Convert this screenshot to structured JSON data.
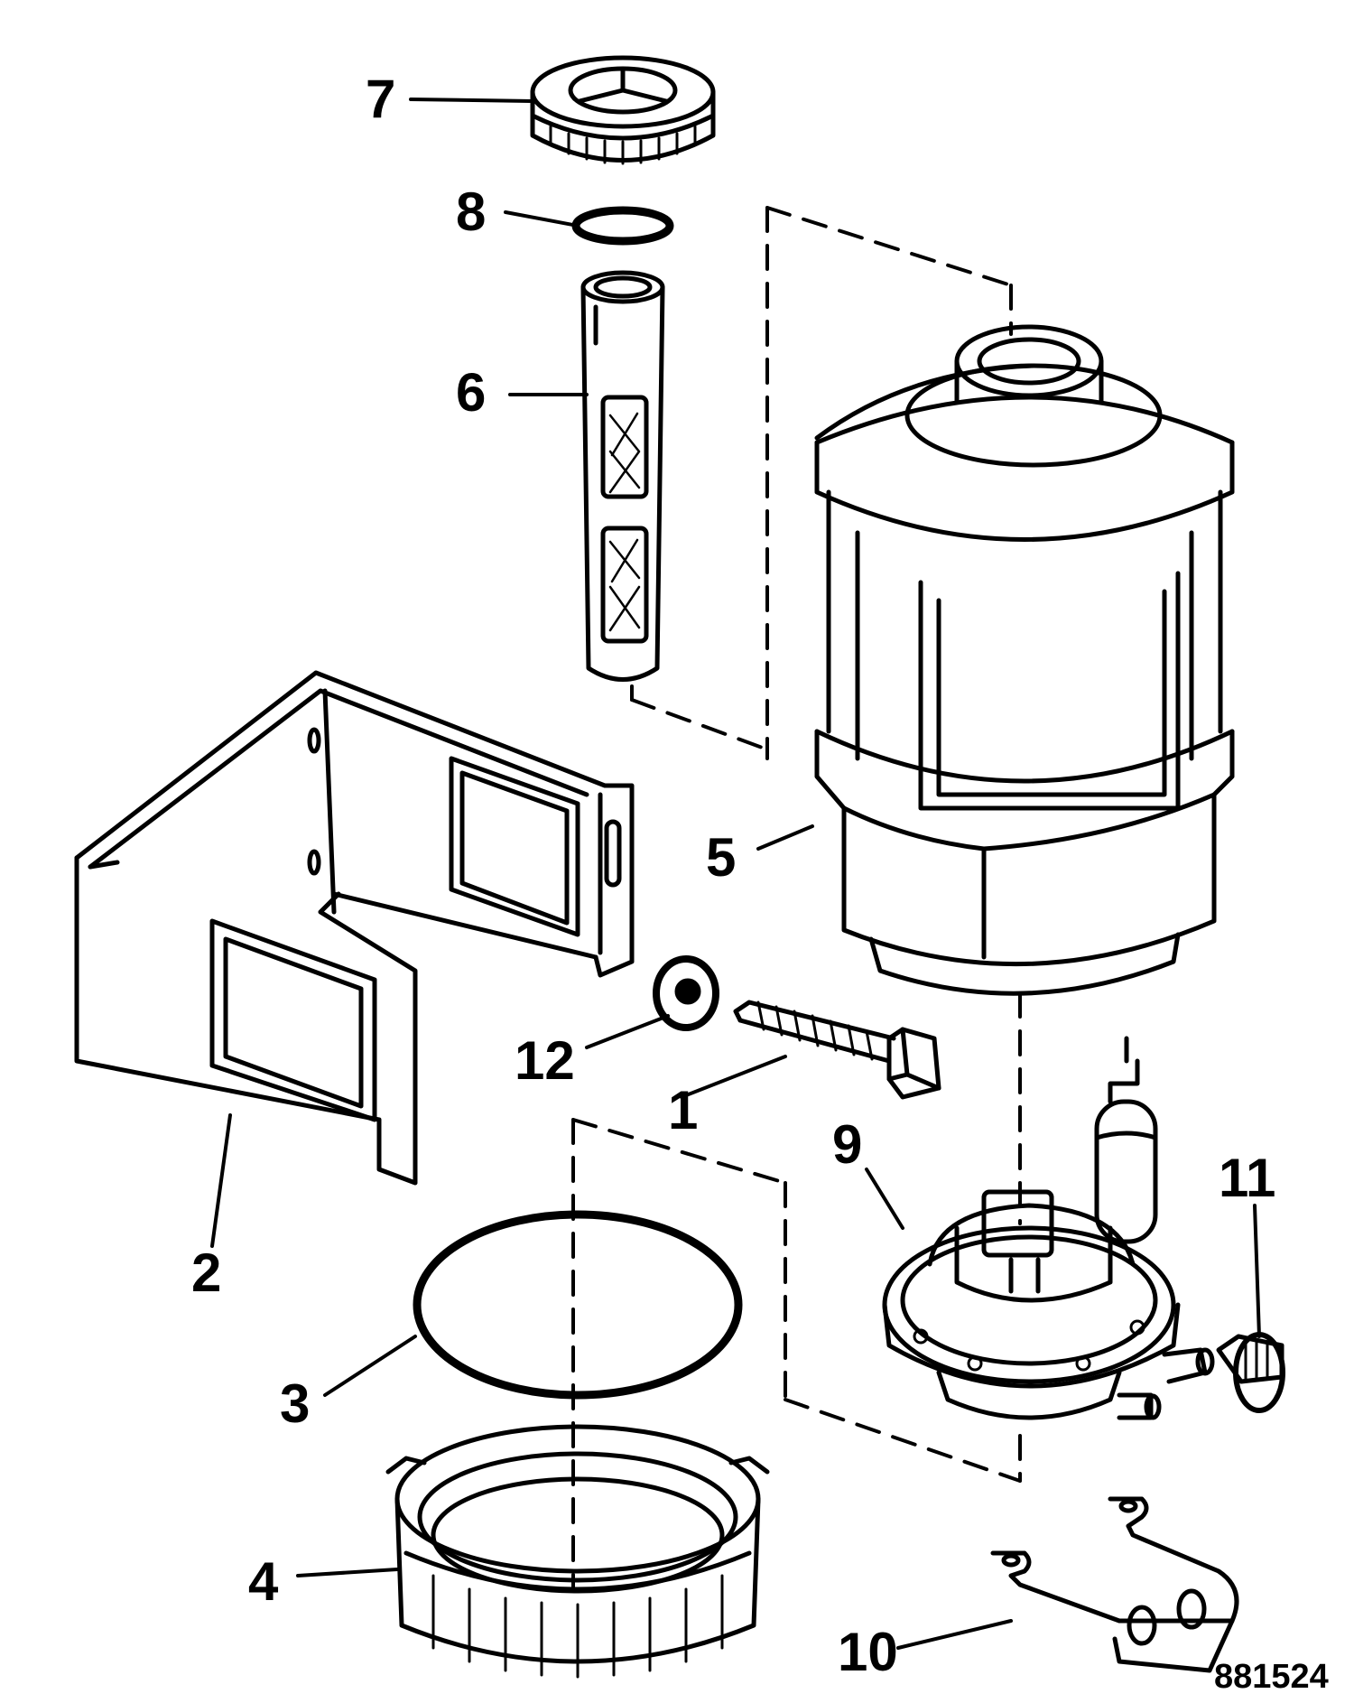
{
  "figure": {
    "code": "881524"
  },
  "callouts": [
    {
      "id": 1,
      "label": "1",
      "part": "bolt"
    },
    {
      "id": 2,
      "label": "2",
      "part": "mounting-bracket"
    },
    {
      "id": 3,
      "label": "3",
      "part": "o-ring-large"
    },
    {
      "id": 4,
      "label": "4",
      "part": "retaining-ring-nut"
    },
    {
      "id": 5,
      "label": "5",
      "part": "reservoir-tank"
    },
    {
      "id": 6,
      "label": "6",
      "part": "filter-screen"
    },
    {
      "id": 7,
      "label": "7",
      "part": "filler-cap"
    },
    {
      "id": 8,
      "label": "8",
      "part": "o-ring-small"
    },
    {
      "id": 9,
      "label": "9",
      "part": "sender-base-assembly"
    },
    {
      "id": 10,
      "label": "10",
      "part": "wire-terminal-bracket"
    },
    {
      "id": 11,
      "label": "11",
      "part": "hose-clamp"
    },
    {
      "id": 12,
      "label": "12",
      "part": "washer"
    }
  ],
  "colors": {
    "ink": "#000000",
    "paper": "#ffffff"
  }
}
